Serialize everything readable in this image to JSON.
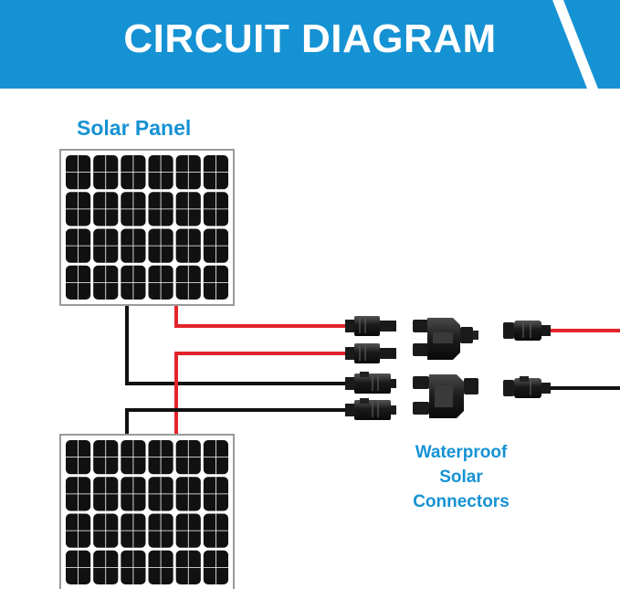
{
  "header": {
    "title": "CIRCUIT DIAGRAM",
    "bg_color": "#1592d3"
  },
  "labels": {
    "solar_panel": "Solar Panel",
    "connectors": [
      "Waterproof",
      "Solar",
      "Connectors"
    ]
  },
  "colors": {
    "positive_wire": "#e3242b",
    "negative_wire": "#111111",
    "label_blue": "#1592d3",
    "panel_frame": "#9a9a9a",
    "cell": "#111111"
  },
  "panels": [
    {
      "name": "top-solar-panel",
      "cell_rows": 4,
      "cell_cols": 6
    },
    {
      "name": "bottom-solar-panel",
      "cell_rows": 4,
      "cell_cols": 6
    }
  ]
}
